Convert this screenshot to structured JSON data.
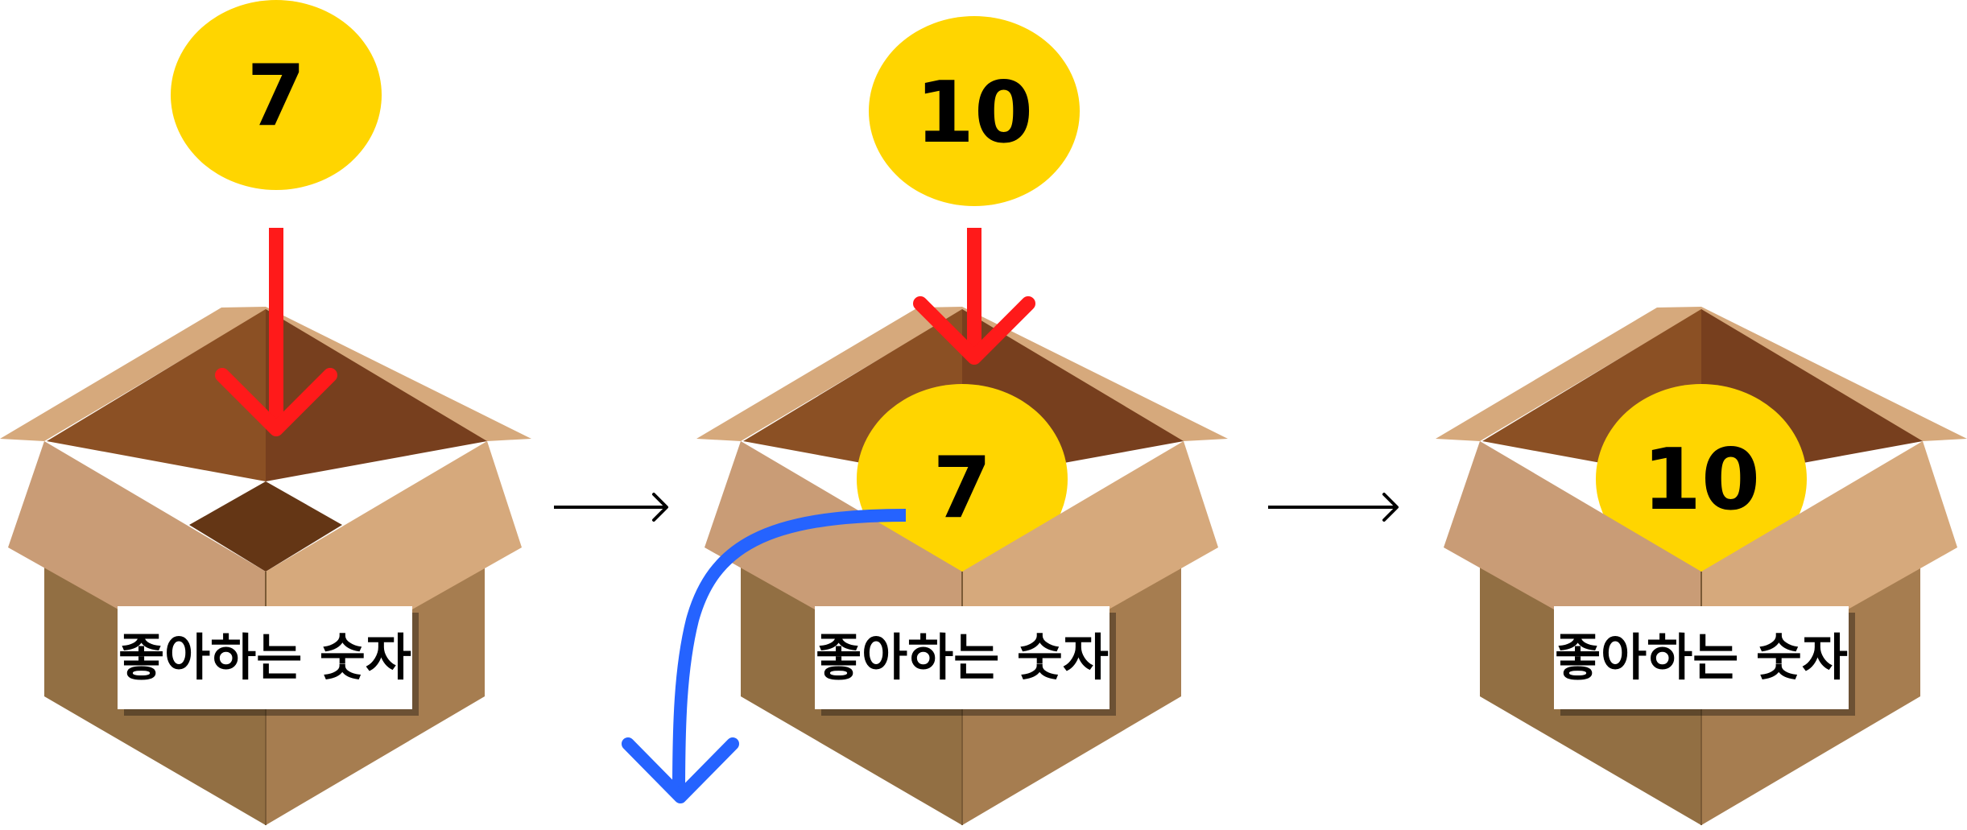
{
  "steps": [
    {
      "box_label": "좋아하는 숫자",
      "incoming_value": "7",
      "contained_value": "",
      "removed_value": ""
    },
    {
      "box_label": "좋아하는 숫자",
      "incoming_value": "10",
      "contained_value": "7",
      "removed_value": "7"
    },
    {
      "box_label": "좋아하는 숫자",
      "incoming_value": "",
      "contained_value": "10",
      "removed_value": ""
    }
  ],
  "colors": {
    "ball": "#FFD500",
    "insert_arrow": "#FF1A1A",
    "remove_arrow": "#2563FF",
    "flap_light": "#D6A97C",
    "flap_mid": "#C99C76",
    "interior_left": "#8B5024",
    "interior_right": "#773F1E",
    "interior_bottom": "#643615",
    "box_front_left": "#926F43",
    "box_front_right": "#A67D50",
    "label_bg": "#FFFFFF",
    "flow_arrow": "#000000"
  },
  "icons": [
    "red-down-arrow-icon",
    "blue-curved-arrow-icon",
    "right-arrow-icon"
  ]
}
